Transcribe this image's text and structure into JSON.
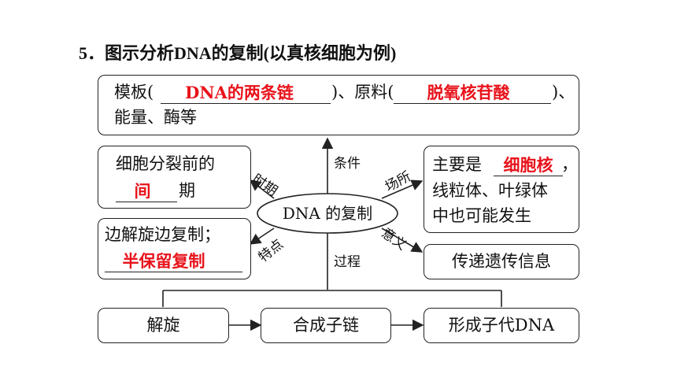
{
  "title": "5．图示分析DNA的复制(以真核细胞为例)",
  "top_box": {
    "template_label": "模板(",
    "template_answer": "DNA的两条链",
    "material_label": ")、原料(",
    "material_answer": "脱氧核苷酸",
    "material_end": ")、",
    "line2": "能量、酶等"
  },
  "timing_box": {
    "line1": "细胞分裂前的",
    "answer": "间",
    "suffix": "期"
  },
  "feature_box": {
    "line1": "边解旋边复制；",
    "answer": "半保留复制"
  },
  "location_box": {
    "prefix": "主要是",
    "answer": "细胞核",
    "comma": "，",
    "line2": "线粒体、叶绿体",
    "line3": "中也可能发生"
  },
  "meaning_box": {
    "text": "传递遗传信息"
  },
  "center": {
    "text": "DNA 的复制"
  },
  "branch_labels": {
    "condition": "条件",
    "timing": "时期",
    "location": "场所",
    "feature": "特点",
    "meaning": "意义",
    "process": "过程"
  },
  "process_steps": [
    "解旋",
    "合成子链",
    "形成子代DNA"
  ]
}
